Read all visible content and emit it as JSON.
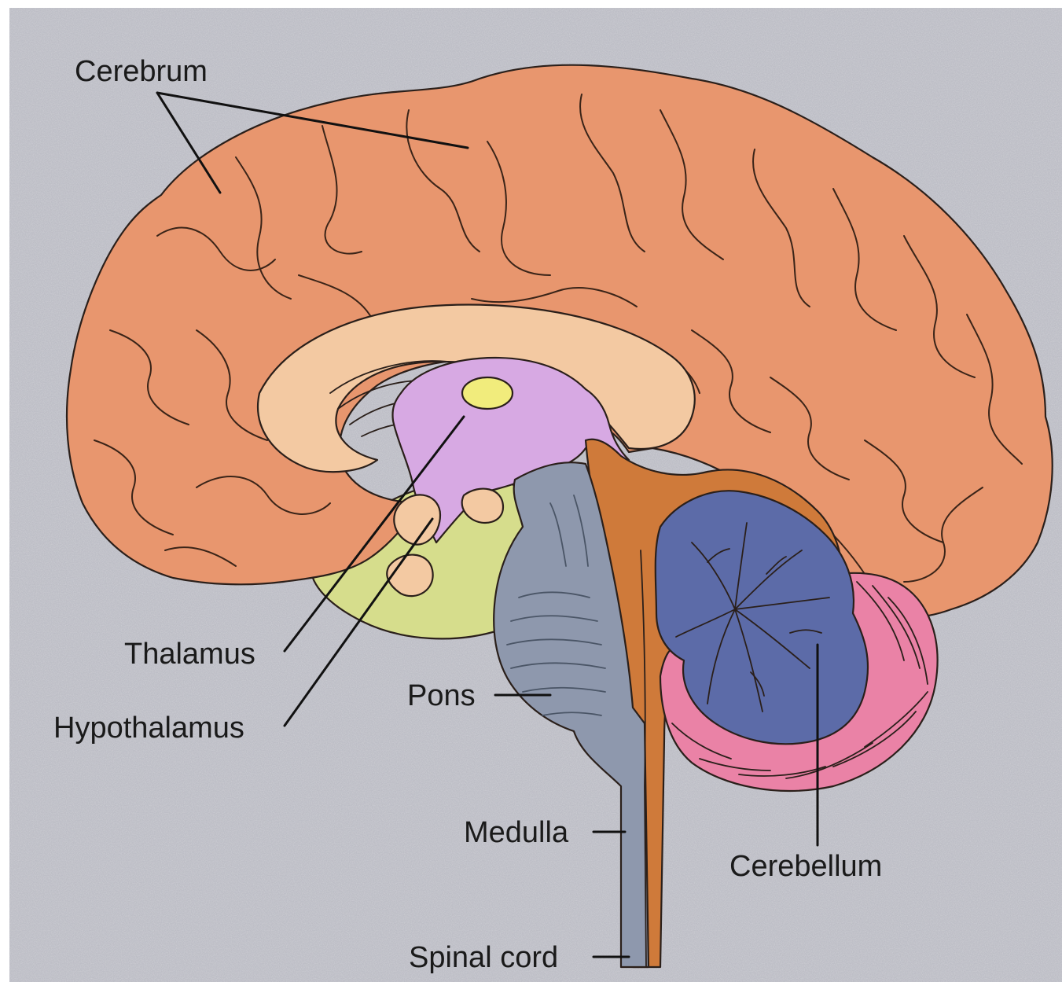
{
  "colors": {
    "background": "#bdbec6",
    "cerebrum": "#e8966e",
    "corpus_callosum": "#f3c9a2",
    "thalamus": "#d7a9e3",
    "thalamus_dot": "#f1ec7c",
    "hypothalamus_area": "#d6dd8c",
    "brainstem": "#8e98ad",
    "pons_lines": "#4a5566",
    "midbrain_orange": "#cf7a3a",
    "cerebellum_core": "#5c6ba8",
    "cerebellum_outer": "#ea82a6"
  },
  "labels": {
    "cerebrum": "Cerebrum",
    "thalamus": "Thalamus",
    "hypothalamus": "Hypothalamus",
    "pons": "Pons",
    "medulla": "Medulla",
    "spinal_cord": "Spinal cord",
    "cerebellum": "Cerebellum"
  }
}
